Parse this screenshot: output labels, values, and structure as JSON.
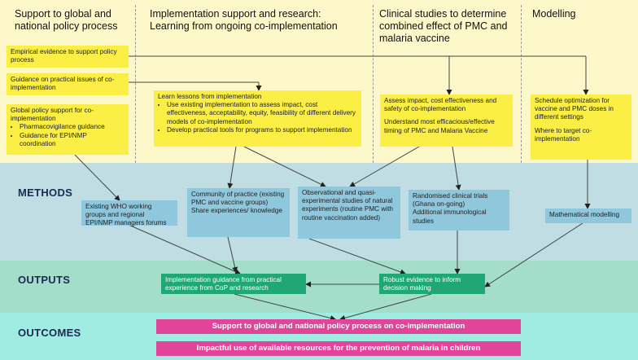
{
  "columns": {
    "global": "Support to global and national policy process",
    "implementation": "Implementation support and research: Learning from ongoing co-implementation",
    "clinical": "Clinical studies to determine combined effect of PMC and malaria vaccine",
    "modelling": "Modelling"
  },
  "rows": {
    "methods": "METHODS",
    "outputs": "OUTPUTS",
    "outcomes": "OUTCOMES"
  },
  "global_boxes": {
    "empirical": "Empirical evidence to support policy process",
    "guidance": "Guidance on practical issues of co-implementation",
    "policy_support": {
      "title": "Global policy support for co-implementation",
      "bullets": [
        "Pharmacovigilance guidance",
        "Guidance for EPI/NMP coordination"
      ]
    }
  },
  "implementation_box": {
    "title": "Learn lessons from implementation",
    "bullets": [
      "Use existing implementation to assess impact, cost effectiveness, acceptability, equity, feasibility of different delivery models of co-implementation",
      "Develop practical tools for programs to support implementation"
    ]
  },
  "clinical_box": {
    "p1": "Assess impact, cost effectiveness and safety of co-implementation",
    "p2": "Understand most efficacious/effective timing of PMC and Malaria Vaccine"
  },
  "modelling_box": {
    "p1": "Schedule optimization for vaccine and PMC doses in different settings",
    "p2": "Where to target co-implementation"
  },
  "methods_boxes": {
    "who": "Existing WHO working groups and regional EPI/NMP managers forums",
    "cop": {
      "p1": "Community of practice (existing PMC and vaccine groups)",
      "p2": "Share experiences/ knowledge"
    },
    "observational": "Observational and quasi-experimental studies of natural experiments (routine PMC with routine vaccination added)",
    "rct": {
      "p1": "Randomised clinical trials (Ghana on-going)",
      "p2": "Additional immunological studies"
    },
    "mm": "Mathematical modelling"
  },
  "outputs_boxes": {
    "guidance": "Implementation guidance from practical experience from CoP and research",
    "evidence": "Robust evidence to inform decision making"
  },
  "outcomes_boxes": {
    "policy": "Support to global and national policy process on co-implementation",
    "impact": "Impactful use of available resources for the prevention of malaria in children"
  },
  "colors": {
    "top_band": "#fdf8c9",
    "methods_band": "#bfdde3",
    "outputs_band": "#a4decb",
    "outcomes_band": "#9fece2",
    "yellow_box": "#fbee45",
    "blue_box": "#8fc7dc",
    "green_box": "#1fa876",
    "magenta_box": "#e2449a"
  }
}
